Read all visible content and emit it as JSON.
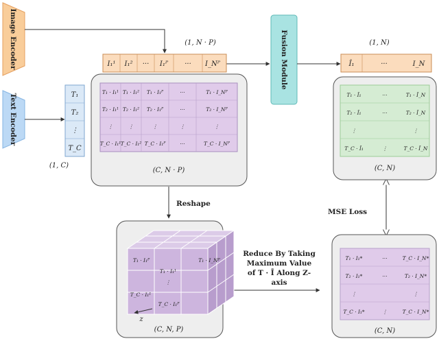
{
  "colors": {
    "image_encoder": "#f9cd9a",
    "text_encoder": "#bcd9f5",
    "fusion": "#a9e3e2",
    "token_strip": "#fbdcbd",
    "sim_matrix": "#e0cbea",
    "cube": "#cdb5de",
    "green_matrix": "#d5ecd3",
    "panel": "#eeeeee",
    "vector": "#dbe9f7"
  },
  "encoders": {
    "image": "Image Encoder",
    "text": "Text Encoder",
    "fusion": "Fusion Module"
  },
  "top_strip": {
    "dim_label": "(1, N · P)",
    "cells": [
      "I₁¹",
      "I₁²",
      "···",
      "I₁ᴾ",
      "···",
      "I_Nᴾ"
    ]
  },
  "text_vector": {
    "cells": [
      "T₁",
      "T₂",
      "⋮",
      "T_C"
    ],
    "dim_label": "(1, C)"
  },
  "sim_matrix": {
    "dim_label": "(C, N · P)",
    "rows": [
      [
        "T₁ · I₁¹",
        "T₁ · I₁²",
        "T₁ · I₁ᴾ",
        "···",
        "T₁ · I_Nᴾ"
      ],
      [
        "T₂ · I₁¹",
        "T₂ · I₁²",
        "T₂ · I₁ᴾ",
        "···",
        "T₂ · I_Nᴾ"
      ],
      [
        "⋮",
        "⋮",
        "⋮",
        "⋮",
        "⋮"
      ],
      [
        "T_C · I₁¹",
        "T_C · I₁²",
        "T_C · I₁ᴾ",
        "···",
        "T_C · I_Nᴾ"
      ]
    ]
  },
  "fusion_strip": {
    "dim_label": "(1, N)",
    "cells": [
      "Î₁",
      "···",
      "I_N"
    ]
  },
  "green_matrix": {
    "dim_label": "(C, N)",
    "rows": [
      [
        "T₁ · Î₁",
        "···",
        "T₁ · Î_N"
      ],
      [
        "T₂ · Î₁",
        "···",
        "T₂ · Î_N"
      ],
      [
        "⋮",
        "",
        "⋮"
      ],
      [
        "T_C · Î₁",
        "⋮",
        "T_C · Î_N"
      ]
    ]
  },
  "cube": {
    "dim_label": "(C, N, P)",
    "z_label": "z",
    "labels": [
      "T₁ · I₁ᴾ",
      "T₁ · I₁¹",
      "T₁ · I_Nᴾ",
      "T_C · I₁¹",
      "T_C · I₁ᴾ",
      "⋮"
    ]
  },
  "purple_matrix": {
    "dim_label": "(C, N)",
    "rows": [
      [
        "T₁ · I₁*",
        "···",
        "T_C · I_N*"
      ],
      [
        "T₂ · I₁*",
        "···",
        "T₂ · I_N*"
      ],
      [
        "⋮",
        "",
        "⋮"
      ],
      [
        "T_C · I₁*",
        "⋮",
        "T_C · I_N*"
      ]
    ]
  },
  "labels": {
    "reshape": "Reshape",
    "mse_loss": "MSE Loss",
    "reduce_line1": "Reduce By Taking",
    "reduce_line2": "Maximum Value",
    "reduce_line3": "of T · Ī Along Z-",
    "reduce_line4": "axis"
  }
}
